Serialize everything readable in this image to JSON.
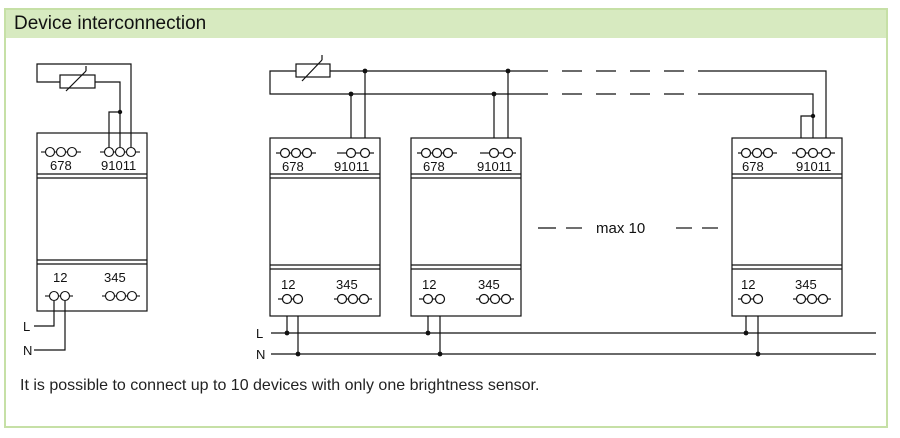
{
  "title": "Device interconnection",
  "note": "It is possible to connect up to 10 devices with only one brightness sensor.",
  "device": {
    "top_terminals_left": "678",
    "top_terminals_right": "91011",
    "bottom_terminals_left": "12",
    "bottom_terminals_right": "345"
  },
  "lines": {
    "l_label": "L",
    "n_label": "N"
  },
  "max_label": "max 10",
  "colors": {
    "header_bg": "#d7eac0",
    "border": "#c6e0a6",
    "line": "#111111"
  }
}
